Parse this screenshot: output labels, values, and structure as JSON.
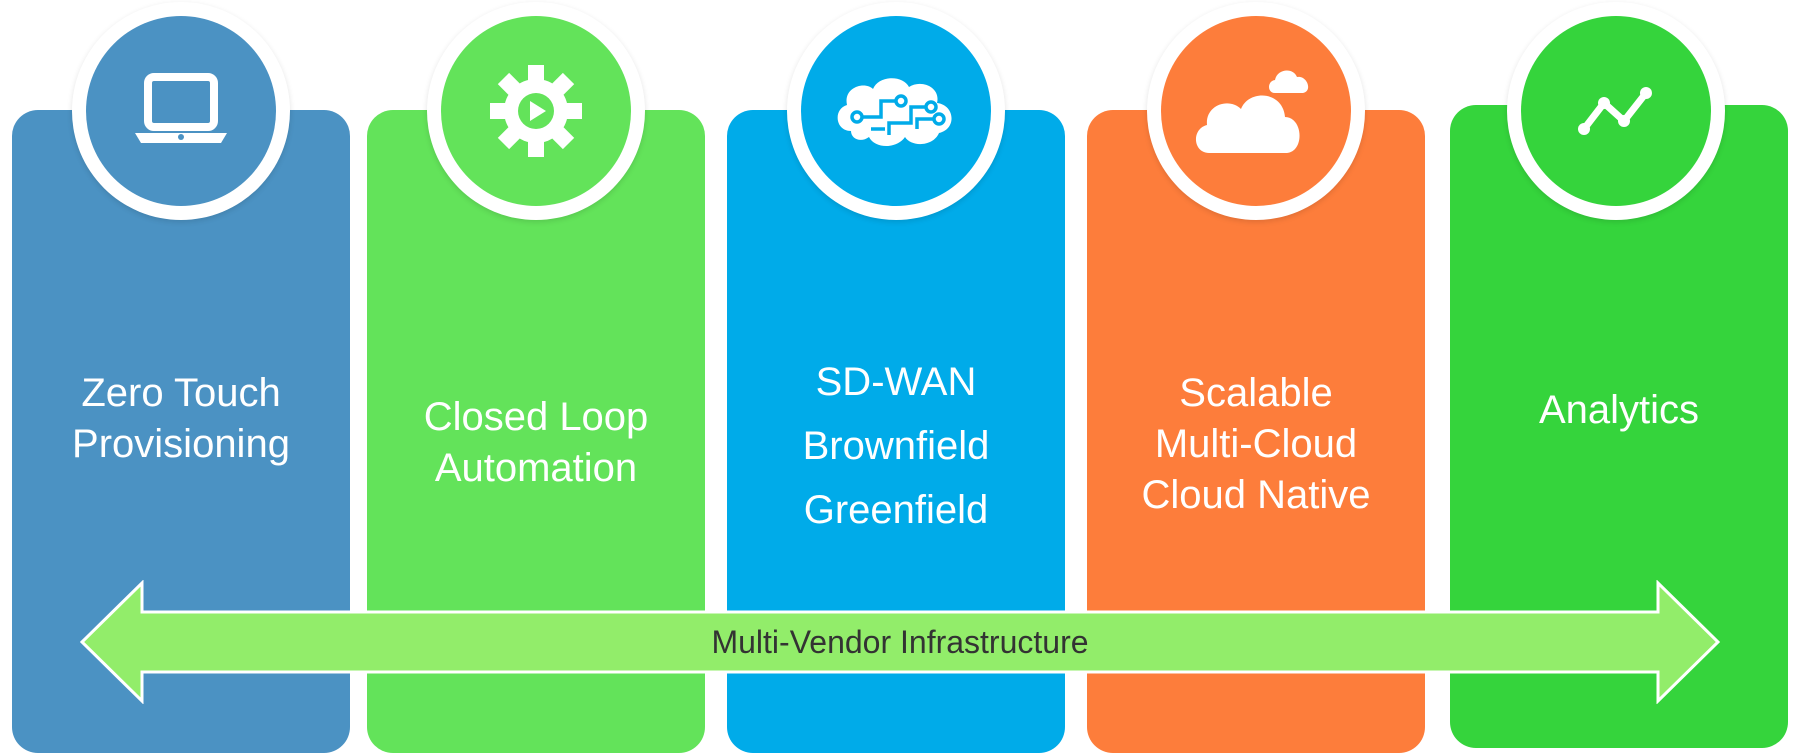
{
  "colors": {
    "blue": "#4b92c3",
    "green": "#63e35a",
    "cyan": "#00abe9",
    "orange": "#fd7d3b",
    "bright_green": "#35d43c",
    "arrow_fill": "#92ed6a"
  },
  "pillars": [
    {
      "icon": "laptop-icon",
      "lines": [
        "Zero Touch",
        "Provisioning"
      ]
    },
    {
      "icon": "gear-play-icon",
      "lines": [
        "Closed Loop",
        "Automation"
      ]
    },
    {
      "icon": "brain-circuit-icon",
      "lines": [
        "SD-WAN",
        "Brownfield",
        "Greenfield"
      ]
    },
    {
      "icon": "cloud-icon",
      "lines": [
        "Scalable",
        "Multi-Cloud",
        "Cloud Native"
      ]
    },
    {
      "icon": "line-graph-icon",
      "lines": [
        "Analytics"
      ]
    }
  ],
  "arrow": {
    "label": "Multi-Vendor Infrastructure"
  }
}
